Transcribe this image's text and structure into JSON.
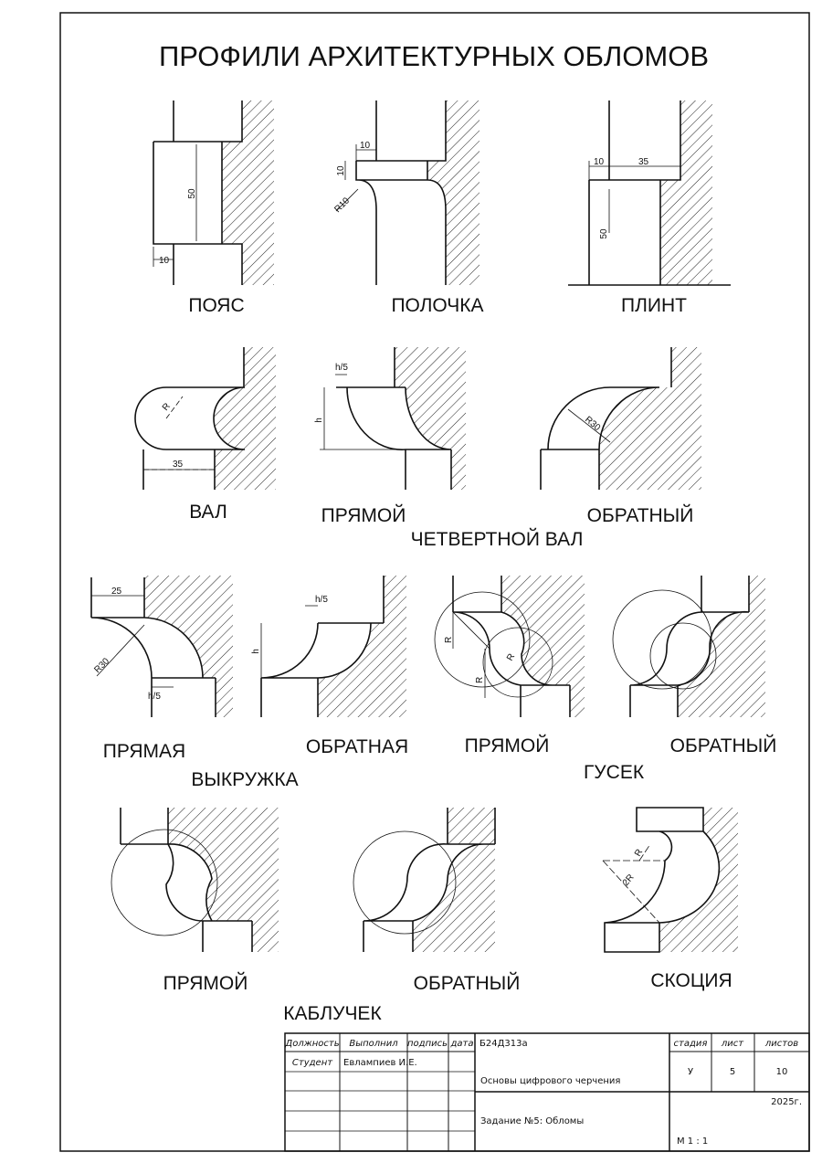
{
  "title": "ПРОФИЛИ АРХИТЕКТУРНЫХ ОБЛОМОВ",
  "labels": {
    "poyas": "ПОЯС",
    "polochka": "ПОЛОЧКА",
    "plint": "ПЛИНТ",
    "val": "ВАЛ",
    "chetv_pryamoy": "ПРЯМОЙ",
    "chetv_obratny": "ОБРАТНЫЙ",
    "chetv_group": "ЧЕТВЕРТНОЙ ВАЛ",
    "vykr_pryamaya": "ПРЯМАЯ",
    "vykr_obratnaya": "ОБРАТНАЯ",
    "vykr_group": "ВЫКРУЖКА",
    "gusek_pryamoy": "ПРЯМОЙ",
    "gusek_obratny": "ОБРАТНЫЙ",
    "gusek_group": "ГУСЕК",
    "kabl_pryamoy": "ПРЯМОЙ",
    "kabl_obratny": "ОБРАТНЫЙ",
    "kabl_group": "КАБЛУЧЕК",
    "skotsiya": "СКОЦИЯ"
  },
  "dims": {
    "poyas_h": "50",
    "poyas_w": "10",
    "pol_w": "10",
    "pol_h": "10",
    "pol_r": "R10",
    "plint_w1": "10",
    "plint_w2": "35",
    "plint_h": "50",
    "val_r": "R",
    "val_w": "35",
    "chp_t": "h/5",
    "chp_h": "h",
    "cho_r": "R30",
    "vp_w": "25",
    "vp_r": "R30",
    "vp_t": "h/5",
    "vo_t": "h/5",
    "vo_h": "h",
    "gp_r1": "R",
    "gp_r2": "R",
    "gp_r3": "R",
    "sk_r": "R",
    "sk_2r": "2R"
  },
  "title_block": {
    "h_dolzhnost": "Должность",
    "h_vypolnil": "Выполнил",
    "h_podpis": "подпись",
    "h_data": "дата",
    "code": "Б24Д313а",
    "h_stadiya": "стадия",
    "h_list": "лист",
    "h_listov": "листов",
    "role": "Студент",
    "name": "Евлампиев И.Е.",
    "course": "Основы цифрового черчения",
    "stadiya": "У",
    "list": "5",
    "listov": "10",
    "year": "2025г.",
    "task": "Задание №5: Обломы",
    "scale": "М 1 : 1"
  }
}
